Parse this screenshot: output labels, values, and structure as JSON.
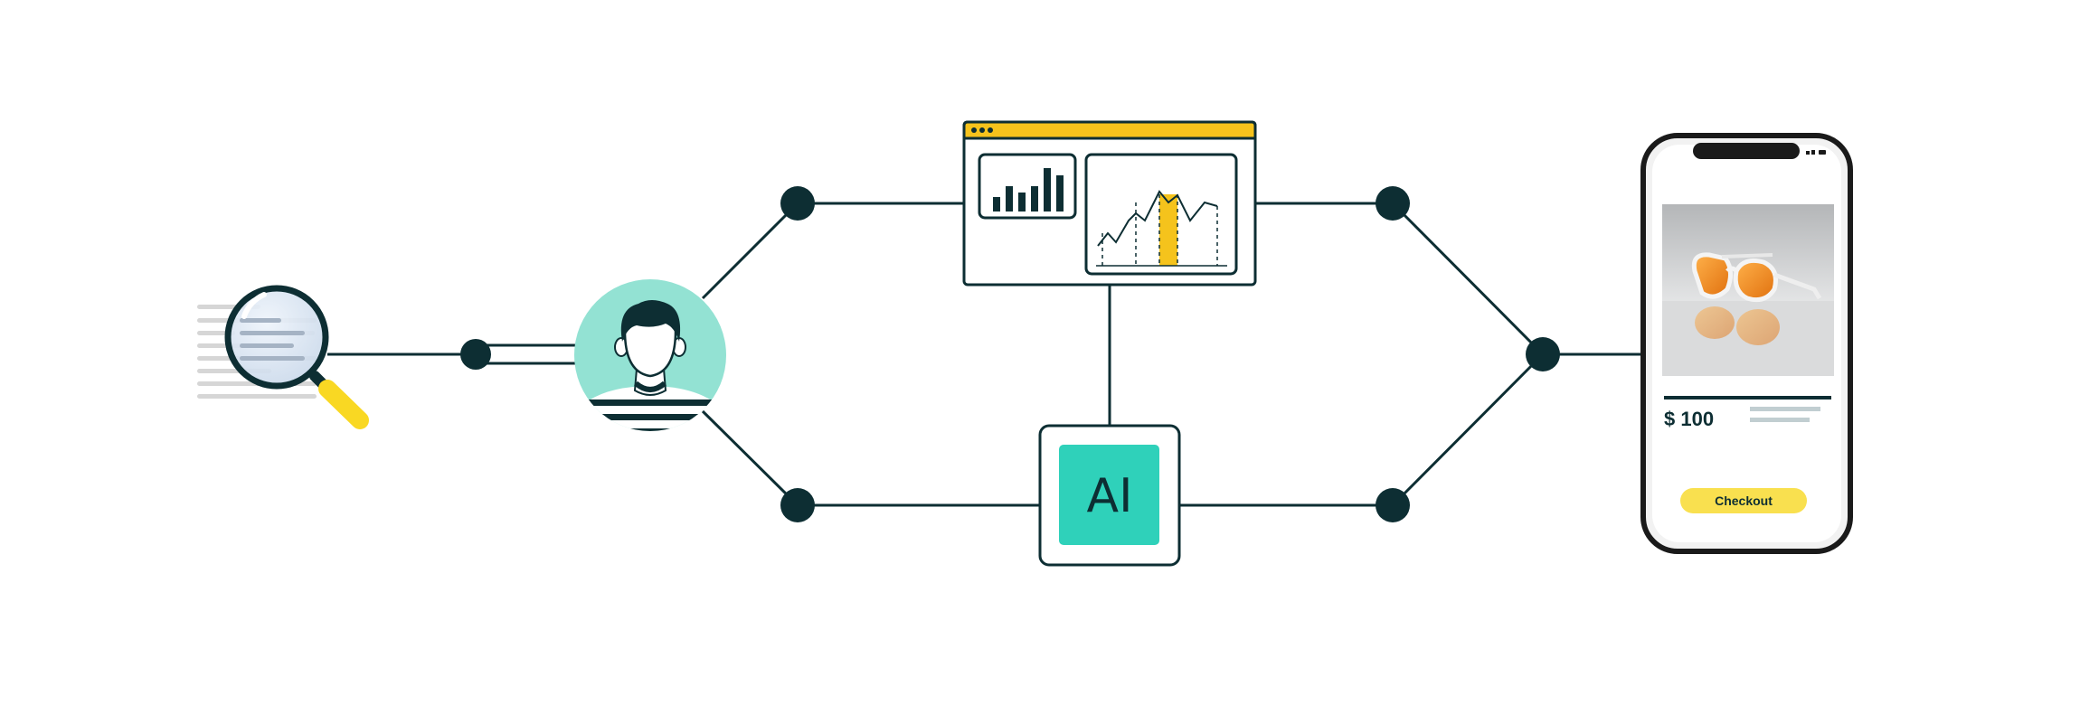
{
  "ai_box": {
    "label": "AI"
  },
  "phone": {
    "price": "$ 100",
    "checkout_label": "Checkout"
  },
  "colors": {
    "ink": "#0d2e33",
    "teal": "#2fd1ba",
    "mint": "#93e2d3",
    "yellow": "#f5c31c",
    "light_yellow": "#f9e04f",
    "gray_text_lines": "#d6d6d6"
  },
  "icons": [
    "search-icon",
    "person-avatar",
    "analytics-dashboard",
    "ai-chip",
    "smartphone-checkout",
    "sunglasses-product"
  ]
}
